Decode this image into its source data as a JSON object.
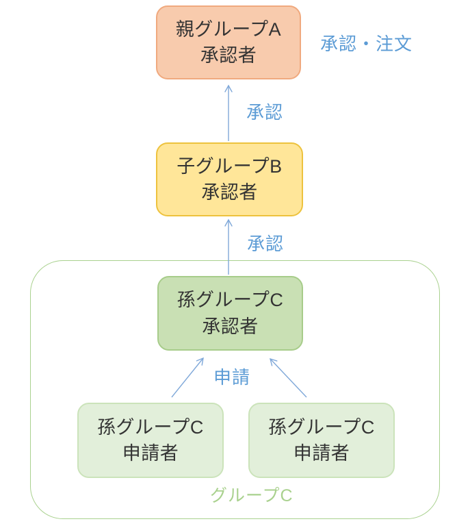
{
  "diagram": {
    "type": "approval-flow",
    "background": "#FFFFFF",
    "nodes": {
      "parent_a": {
        "line1": "親グループA",
        "line2": "承認者",
        "fill": "#F8CBAD",
        "border": "#F0A97E"
      },
      "child_b": {
        "line1": "子グループB",
        "line2": "承認者",
        "fill": "#FFE699",
        "border": "#EDC23D"
      },
      "grandchild_c": {
        "line1": "孫グループC",
        "line2": "承認者",
        "fill": "#C9E0B4",
        "border": "#A7CC8A"
      },
      "applicant_left": {
        "line1": "孫グループC",
        "line2": "申請者",
        "fill": "#E2EFDA",
        "border": "#CBE3BA"
      },
      "applicant_right": {
        "line1": "孫グループC",
        "line2": "申請者",
        "fill": "#E2EFDA",
        "border": "#CBE3BA"
      }
    },
    "edges": {
      "b_to_a": {
        "label": "承認"
      },
      "c_to_b": {
        "label": "承認"
      },
      "applicants_to_c": {
        "label": "申請"
      }
    },
    "annotation": {
      "order_flow": "承認・注文"
    },
    "group": {
      "label": "グループC",
      "border_color": "#A9D18E"
    },
    "colors": {
      "blue_label": "#5B9BD5",
      "arrow": "#7FA8D9",
      "node_text": "#333333",
      "group_label": "#A9D18E"
    }
  }
}
